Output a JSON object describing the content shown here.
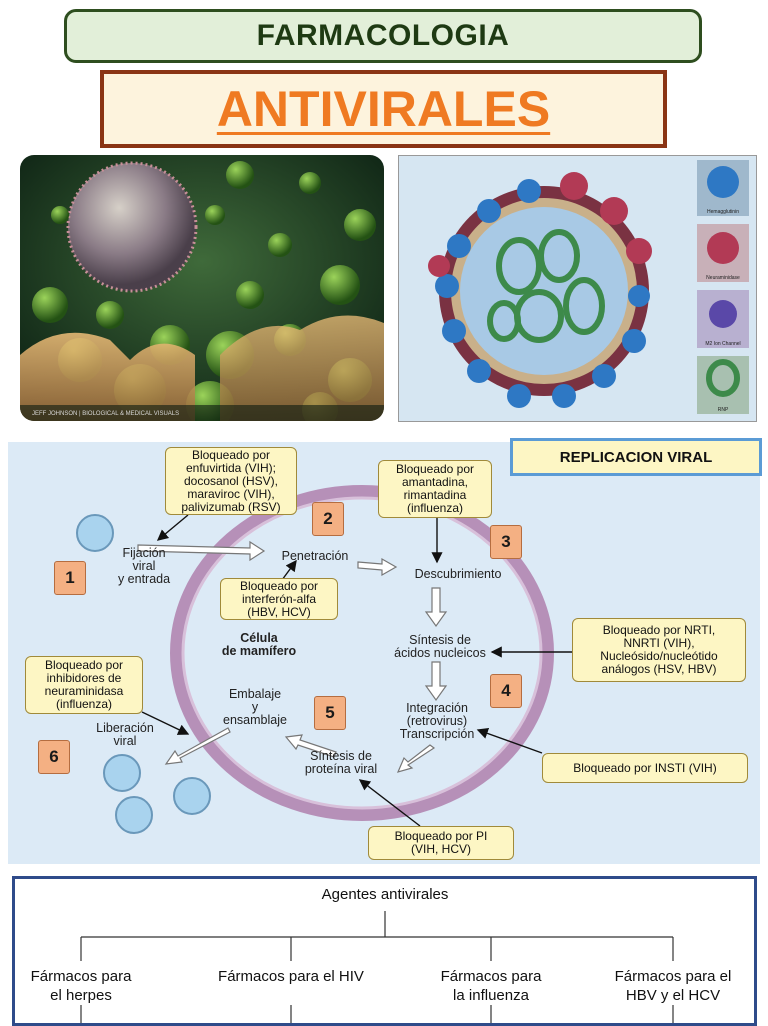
{
  "header": {
    "subject": "FARMACOLOGIA",
    "topic": "ANTIVIRALES"
  },
  "photos": {
    "left_credit": "JEFF JOHNSON | BIOLOGICAL & MEDICAL VISUALS",
    "legend": [
      "Hemagglutinin",
      "Neuraminidase",
      "M2 Ion Channel",
      "RNP"
    ]
  },
  "replication": {
    "title": "REPLICACION VIRAL",
    "cell_label": "Célula\nde mamífero",
    "steps": {
      "s1": "1",
      "s2": "2",
      "s3": "3",
      "s4": "4",
      "s5": "5",
      "s6": "6"
    },
    "stages": {
      "fijacion": "Fijación\nviral\ny entrada",
      "penetracion": "Penetración",
      "descubrimiento": "Descubrimiento",
      "sintesis_acidos": "Síntesis de\nácidos nucleicos",
      "integracion": "Integración\n(retrovirus)\nTranscripción",
      "sintesis_proteina": "Síntesis de\nproteína viral",
      "embalaje": "Embalaje\ny\nensamblaje",
      "liberacion": "Liberación\nviral"
    },
    "blocks": {
      "entrada": "Bloqueado por\nenfuvirtida (VIH);\ndocosanol (HSV),\nmaraviroc (VIH),\npalivizumab (RSV)",
      "penetracion": "Bloqueado por\ninterferón-alfa\n(HBV, HCV)",
      "descubrimiento": "Bloqueado por\namantadina,\nrimantadina\n(influenza)",
      "acidos": "Bloqueado por NRTI,\nNNRTI (VIH),\nNucleósido/nucleótido\nanálogos (HSV, HBV)",
      "integracion": "Bloqueado por INSTI (VIH)",
      "proteina": "Bloqueado por PI\n(VIH, HCV)",
      "liberacion": "Bloqueado por\ninhibidores de\nneuraminidasa\n(influenza)"
    }
  },
  "agents": {
    "root": "Agentes antivirales",
    "branches": [
      "Fármacos para\nel herpes",
      "Fármacos para el HIV",
      "Fármacos para\nla influenza",
      "Fármacos para el\nHBV y el HCV"
    ]
  },
  "colors": {
    "banner_green": "#e2efd9",
    "topic_orange": "#ef7a22",
    "panel_blue": "#dceaf6",
    "note_yellow": "#fdf6c4",
    "step_orange": "#f4b083",
    "membrane": "#b690b8"
  }
}
